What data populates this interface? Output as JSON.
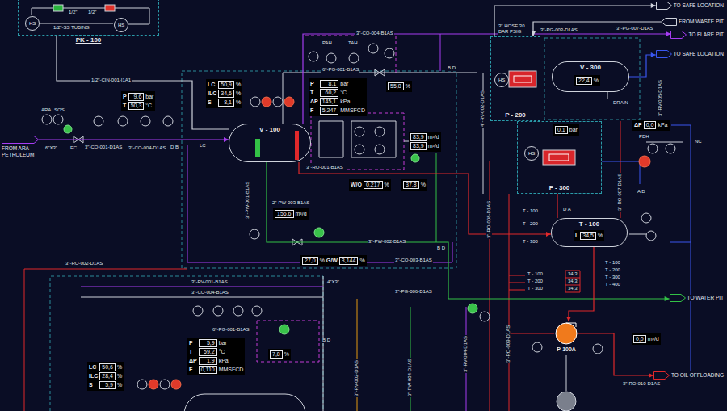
{
  "diagram": {
    "nodes": [
      {
        "text": [
          "PK - 100"
        ]
      },
      {
        "text": [
          "HS"
        ],
        "in": 0
      },
      {
        "text": [
          "HS"
        ],
        "in": 0
      },
      {
        "text": [
          "P",
          "9,6",
          "bar",
          "T",
          "50,3",
          "°C"
        ]
      },
      {
        "text": [
          "V - 100"
        ]
      },
      {
        "text": [
          "LC",
          "50,9",
          "%",
          "ILC",
          "34,6",
          "%",
          "S",
          "8,1",
          "%"
        ]
      },
      {
        "text": [
          "P",
          "8,1",
          "bar",
          "T",
          "60,2",
          "°C",
          "ΔP",
          "145,1",
          "kPa",
          "F",
          "5,247",
          "MMSFCD"
        ]
      },
      {
        "text": [
          "55,8",
          "%"
        ]
      },
      {
        "text": [
          "83,9",
          "m³/d",
          "83,9",
          "m³/d"
        ]
      },
      {
        "text": [
          "W/O",
          "0,217",
          "%"
        ]
      },
      {
        "text": [
          "37,8",
          "%"
        ]
      },
      {
        "text": [
          "156,6",
          "m³/d"
        ]
      },
      {
        "text": [
          "27,0",
          "%",
          "G/W",
          "3,144",
          "%"
        ]
      },
      {
        "text": [
          "P - 200"
        ]
      },
      {
        "text": [
          "HS"
        ],
        "in": 13
      },
      {
        "text": [
          "V - 300"
        ]
      },
      {
        "text": [
          "22,4",
          "%"
        ],
        "in": 15
      },
      {
        "text": [
          "P - 300"
        ]
      },
      {
        "text": [
          "0,1",
          "bar"
        ],
        "in": 17
      },
      {
        "text": [
          "HS"
        ],
        "in": 17
      },
      {
        "text": [
          "ΔP",
          "0,0",
          "kPa"
        ]
      },
      {
        "text": [
          "T - 100"
        ]
      },
      {
        "text": [
          "L",
          "34,5",
          "%"
        ],
        "in": 21
      },
      {
        "text": [
          "P-100A"
        ]
      },
      {
        "text": [
          "0,0",
          "m³/d"
        ]
      },
      {
        "text": [
          "LC",
          "50,6",
          "%",
          "ILC",
          "28,4",
          "%",
          "S",
          "5,9",
          "%"
        ]
      },
      {
        "text": [
          "P",
          "5,9",
          "bar",
          "T",
          "59,2",
          "°C",
          "ΔP",
          "1,9",
          "kPa",
          "F",
          "0,110",
          "MMSFCD"
        ]
      },
      {
        "text": [
          "7,8",
          "%"
        ]
      },
      {
        "text": [
          "FROM ARA PETROLEUM"
        ]
      },
      {
        "text": [
          "TO SAFE LOCATION"
        ]
      },
      {
        "text": [
          "FROM WASTE PIT"
        ]
      },
      {
        "text": [
          "TO FLARE PIT"
        ]
      },
      {
        "text": [
          "TO SAFE LOCATION"
        ]
      },
      {
        "text": [
          "TO WATER PIT"
        ]
      },
      {
        "text": [
          "TO OIL OFFLOADING"
        ]
      }
    ],
    "edges": [
      {
        "from": 28,
        "to": 4,
        "arrow": "to",
        "label": "3\"-CO-001-D1AS"
      },
      {
        "from": 0,
        "to": 4,
        "arrow": "none",
        "label": "1/2\"-CIN-001-I1A1"
      },
      {
        "from": 4,
        "to": 31,
        "arrow": "to",
        "label": "3\"-CO-004-B1AS"
      },
      {
        "from": 4,
        "to": 21,
        "arrow": "to",
        "label": "3\"-RO-001-B1AS"
      },
      {
        "from": 4,
        "to": 33,
        "arrow": "to",
        "label": "3\"-PW-002-B1AS"
      },
      {
        "from": 15,
        "to": 32,
        "arrow": "to"
      },
      {
        "from": 30,
        "to": 13,
        "arrow": "to"
      },
      {
        "from": 17,
        "to": 21,
        "arrow": "none"
      },
      {
        "from": 21,
        "to": 23,
        "arrow": "to"
      },
      {
        "from": 23,
        "to": 34,
        "arrow": "to",
        "label": "3\"-RO-010-D1AS"
      },
      {
        "from": 13,
        "to": 29,
        "arrow": "to"
      }
    ],
    "labels": [
      "1/2\"",
      "1/2\"",
      "1/2\"-SS TUBING",
      "ARA",
      "SOS",
      "6\"X3\"",
      "FC",
      "3\"-CO-004-D1AS",
      "D B",
      "LC",
      "3\"-RO-002-D1AS",
      "PAH",
      "TAH",
      "6\"-PG-001-B1AS",
      "3\"-PW-001-B1AS",
      "2\"-PW-003-B1AS",
      "3\"-CO-003-B1AS",
      "3\"-PG-006-D1AS",
      "B D",
      "B D",
      "3\"-RV-001-B1AS",
      "3\"-CO-004-B1AS",
      "4\"X3\"",
      "6\"-PG-001-B1AS",
      "B D",
      "4\"-RV-002-D1AS",
      "3\"-RO-008-D1AS",
      "3\"-RO-009-D1AS",
      "3\"-RV-004-D1AS",
      "3\"-PW-004-D1AS",
      "3\"-RV-002-D1AS",
      "3\"-RO-007-D1AS",
      "3\"-RV-005-D1AS",
      "3\"-PG-007-D1AS",
      "3\"-PG-003-D1AS",
      "3\" HOSE 30 BAR PSIG",
      "DRAIN",
      "PDH",
      "NC",
      "A D",
      "D A",
      "T - 100",
      "T - 200",
      "T - 300",
      "T - 100",
      "T - 200",
      "T - 300",
      "34,3",
      "34,3",
      "34,3",
      "T - 100",
      "T - 200",
      "T - 300",
      "T - 400"
    ]
  }
}
